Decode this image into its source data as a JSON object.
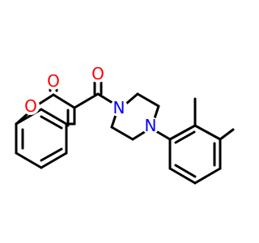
{
  "molecule": {
    "atom_labels": {
      "ring_oxygen": "O",
      "lactone_carbonyl_oxygen": "O",
      "amide_carbonyl_oxygen": "O",
      "piperazine_n1": "N",
      "piperazine_n4": "N"
    },
    "colors": {
      "oxygen": "#ff0000",
      "nitrogen": "#0000ff",
      "bond": "#000000",
      "background": "#ffffff"
    }
  }
}
